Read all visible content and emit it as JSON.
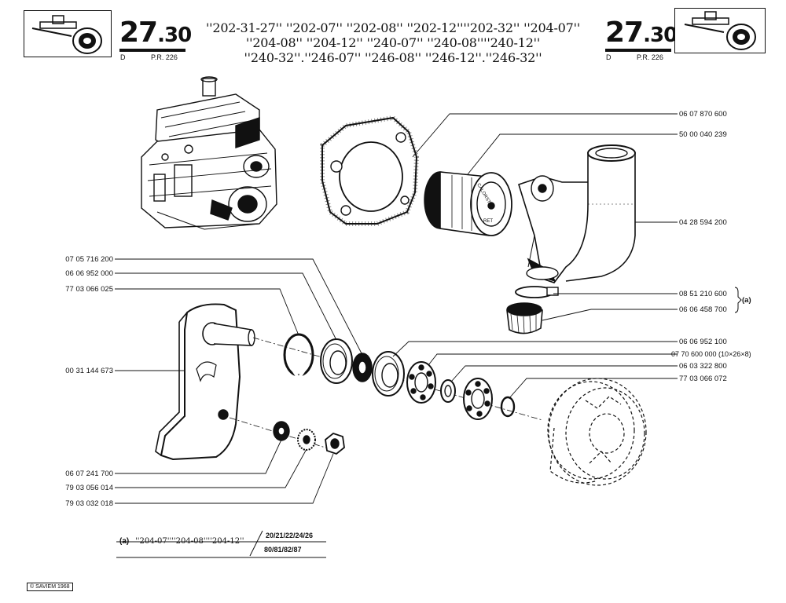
{
  "header": {
    "section_number_main": "27",
    "section_number_sub": ".30",
    "locale_code": "D",
    "pr_ref": "P.R. 226",
    "models_line1": "''202-31-27'' ''202-07'' ''202-08'' ''202-12''''202-32'' ''204-07''",
    "models_line2": "''204-08'' ''204-12'' ''240-07'' ''240-08''''240-12''",
    "models_line3": "''240-32''.''246-07'' ''246-08'' ''246-12''.''246-32''"
  },
  "part_numbers_right": [
    "06 07 870 600",
    "50 00 040 239",
    "04 28 594 200",
    "08 51 210 600",
    "06 06 458 700",
    "06 06 952 100",
    "07 70 600 000 (10×26×8)",
    "06 03 322 800",
    "77 03 066 072"
  ],
  "bracket_note": "(a)",
  "part_numbers_left": [
    "07 05 716 200",
    "06 06 952 000",
    "77 03 066 025",
    "00 31 144 673",
    "06 07 241 700",
    "79 03 056 014",
    "79 03 032 018"
  ],
  "thermostat_label": "CALORSTAT",
  "thermostat_label2": "RET",
  "footnote": {
    "marker": "(a)",
    "models": "''204-07''''204-08''''204-12''",
    "codes_top": "20/21/22/24/26",
    "codes_bottom": "80/81/82/87"
  },
  "copyright": "© SAVIEM 1968"
}
